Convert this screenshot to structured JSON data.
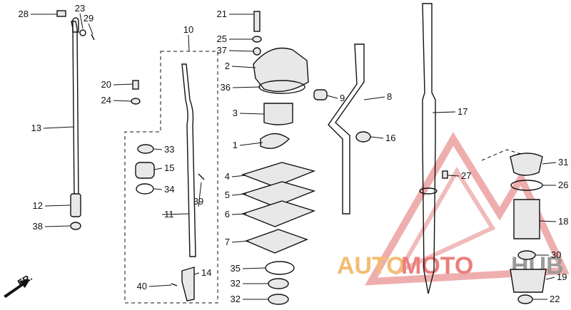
{
  "diagram": {
    "direction_label": "FR.",
    "watermark": {
      "text_orange": "AUTO",
      "text_red": "MOTO",
      "text_gray": "HUB"
    },
    "callouts": [
      {
        "id": "p28",
        "num": "28"
      },
      {
        "id": "p23",
        "num": "23"
      },
      {
        "id": "p29",
        "num": "29"
      },
      {
        "id": "p13",
        "num": "13"
      },
      {
        "id": "p12",
        "num": "12"
      },
      {
        "id": "p38",
        "num": "38"
      },
      {
        "id": "p10",
        "num": "10"
      },
      {
        "id": "p20",
        "num": "20"
      },
      {
        "id": "p24",
        "num": "24"
      },
      {
        "id": "p33",
        "num": "33"
      },
      {
        "id": "p15",
        "num": "15"
      },
      {
        "id": "p34",
        "num": "34"
      },
      {
        "id": "p39",
        "num": "39"
      },
      {
        "id": "p11",
        "num": "11"
      },
      {
        "id": "p14",
        "num": "14"
      },
      {
        "id": "p40",
        "num": "40"
      },
      {
        "id": "p21",
        "num": "21"
      },
      {
        "id": "p25",
        "num": "25"
      },
      {
        "id": "p37",
        "num": "37"
      },
      {
        "id": "p2",
        "num": "2"
      },
      {
        "id": "p36",
        "num": "36"
      },
      {
        "id": "p9",
        "num": "9"
      },
      {
        "id": "p3",
        "num": "3"
      },
      {
        "id": "p1",
        "num": "1"
      },
      {
        "id": "p4",
        "num": "4"
      },
      {
        "id": "p5",
        "num": "5"
      },
      {
        "id": "p6",
        "num": "6"
      },
      {
        "id": "p7",
        "num": "7"
      },
      {
        "id": "p35",
        "num": "35"
      },
      {
        "id": "p32a",
        "num": "32"
      },
      {
        "id": "p32b",
        "num": "32"
      },
      {
        "id": "p8",
        "num": "8"
      },
      {
        "id": "p16",
        "num": "16"
      },
      {
        "id": "p17",
        "num": "17"
      },
      {
        "id": "p27",
        "num": "27"
      },
      {
        "id": "p31",
        "num": "31"
      },
      {
        "id": "p26",
        "num": "26"
      },
      {
        "id": "p18",
        "num": "18"
      },
      {
        "id": "p30",
        "num": "30"
      },
      {
        "id": "p19",
        "num": "19"
      },
      {
        "id": "p22",
        "num": "22"
      }
    ]
  }
}
